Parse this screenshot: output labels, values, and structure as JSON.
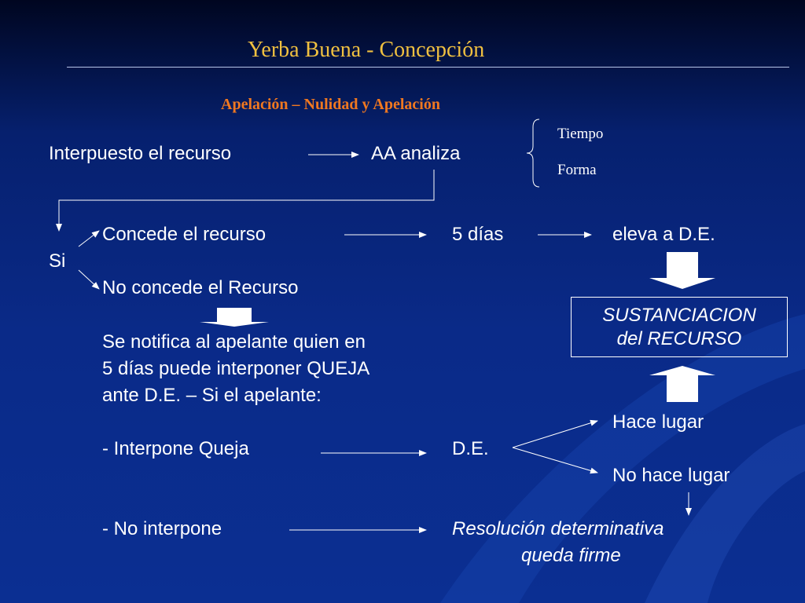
{
  "slide": {
    "title": "Yerba Buena - Concepción",
    "subtitle": "Apelación – Nulidad y Apelación",
    "brace_items": [
      "Tiempo",
      "Forma"
    ],
    "row1": {
      "left": "Interpuesto el recurso",
      "right": "AA analiza"
    },
    "si_label": "Si",
    "branch_concede": {
      "label": "Concede el recurso",
      "mid": "5 días",
      "end": "eleva a D.E."
    },
    "branch_no_concede": {
      "label": "No concede el Recurso"
    },
    "notify_lines": [
      "Se notifica al apelante quien en",
      "5 días puede interponer QUEJA",
      "ante D.E. – Si el apelante:"
    ],
    "box_lines": [
      "SUSTANCIACION",
      "del RECURSO"
    ],
    "queja": {
      "label": "- Interpone Queja",
      "mid": "D.E.",
      "yes": "Hace lugar",
      "no": "No hace lugar"
    },
    "no_interpone": {
      "label": "- No interpone",
      "result_line1": "Resolución determinativa",
      "result_line2": "queda firme"
    },
    "colors": {
      "background": "#0a2a88",
      "title": "#f0c040",
      "subtitle": "#f07820",
      "text": "#ffffff"
    }
  }
}
